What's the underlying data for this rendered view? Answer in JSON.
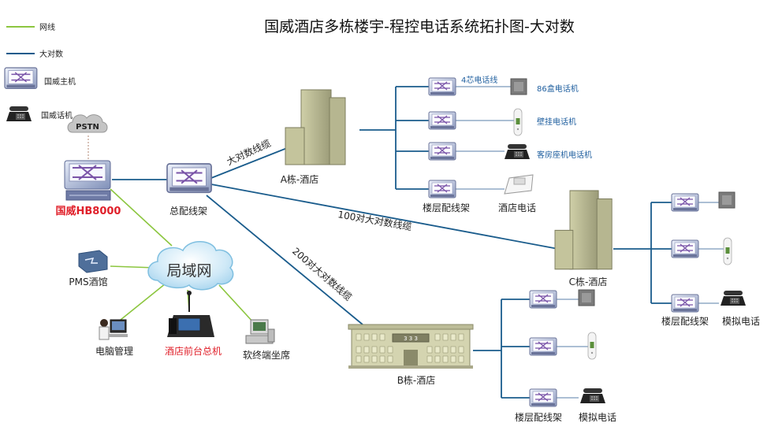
{
  "title": "国威酒店多栋楼宇-程控电话系统拓扑图-大对数",
  "legend": {
    "network_line": "网线",
    "big_pair_line": "大对数",
    "host": "国威主机",
    "phone": "国威话机"
  },
  "colors": {
    "network_line": "#8cc63f",
    "big_pair_line": "#1a5c8c",
    "accent_red": "#e0202a",
    "label_blue": "#1f5f9f"
  },
  "core": {
    "pstn": "PSTN",
    "host_label": "国威HB8000",
    "mdf_label": "总配线架",
    "lan_label": "局域网"
  },
  "lan_clients": {
    "pms": "PMS酒馆",
    "pc": "电脑管理",
    "console": "酒店前台总机",
    "softphone": "软终端坐席"
  },
  "cable_labels": {
    "to_a": "大对数线缆",
    "to_c": "100对大对数线缆",
    "to_b": "200对大对数线缆"
  },
  "building_a": {
    "name": "A栋-酒店",
    "wire_label": "4芯电话线",
    "phone_86": "86盒电话机",
    "wall_phone": "壁挂电话机",
    "guest_phone": "客房座机电话机",
    "frame_label": "楼层配线架",
    "hotel_phone": "酒店电话"
  },
  "building_c": {
    "name": "C栋-酒店",
    "frame_label": "楼层配线架",
    "analog_phone": "模拟电话"
  },
  "building_b": {
    "name": "B栋-酒店",
    "frame_label": "楼层配线架",
    "analog_phone": "模拟电话"
  },
  "b_building_sign": "3 3 3"
}
